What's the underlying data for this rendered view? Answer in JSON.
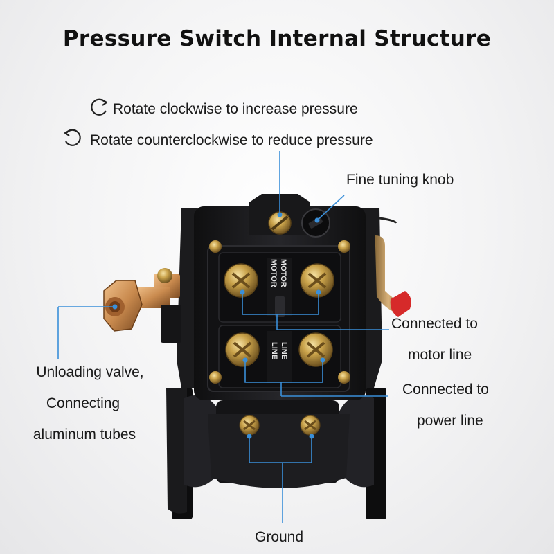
{
  "title": "Pressure Switch Internal Structure",
  "instructions": {
    "clockwise": {
      "text": "Rotate clockwise to increase pressure",
      "icon": "rotate-clockwise-icon"
    },
    "counterclockwise": {
      "text": "Rotate counterclockwise to reduce pressure",
      "icon": "rotate-counterclockwise-icon"
    }
  },
  "labels": {
    "fine_tuning": "Fine tuning knob",
    "motor_1": "Connected to",
    "motor_2": "motor line",
    "power_1": "Connected to",
    "power_2": "power line",
    "valve_1": "Unloading valve,",
    "valve_2": "Connecting",
    "valve_3": "aluminum tubes",
    "ground": "Ground"
  },
  "device": {
    "motor_text": "MOTOR",
    "line_text": "LINE"
  },
  "colors": {
    "callout_line": "#3a8fd9",
    "housing": "#1c1c1e",
    "brass": "#c9a24a",
    "copper": "#c98a4e",
    "lever_tip": "#d62a2a"
  }
}
